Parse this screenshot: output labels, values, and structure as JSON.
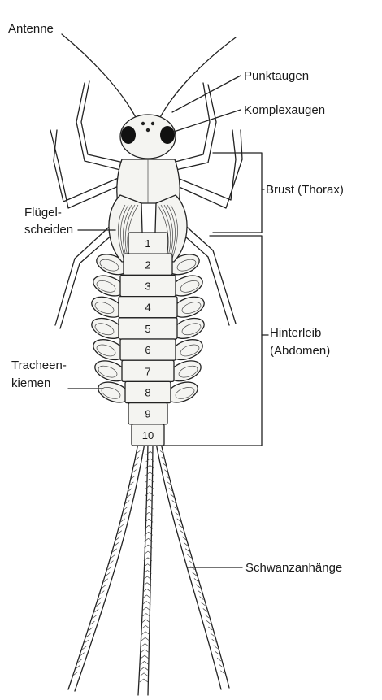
{
  "labels": {
    "antenne": "Antenne",
    "punktaugen": "Punktaugen",
    "komplexaugen": "Komplexaugen",
    "brust": "Brust (Thorax)",
    "fluegel_line1": "Flügel-",
    "fluegel_line2": "scheiden",
    "hinterleib_line1": "Hinterleib",
    "hinterleib_line2": "(Abdomen)",
    "tracheen_line1": "Tracheen-",
    "tracheen_line2": "kiemen",
    "schwanz": "Schwanzanhänge"
  },
  "segments": [
    "1",
    "2",
    "3",
    "4",
    "5",
    "6",
    "7",
    "8",
    "9",
    "10"
  ]
}
